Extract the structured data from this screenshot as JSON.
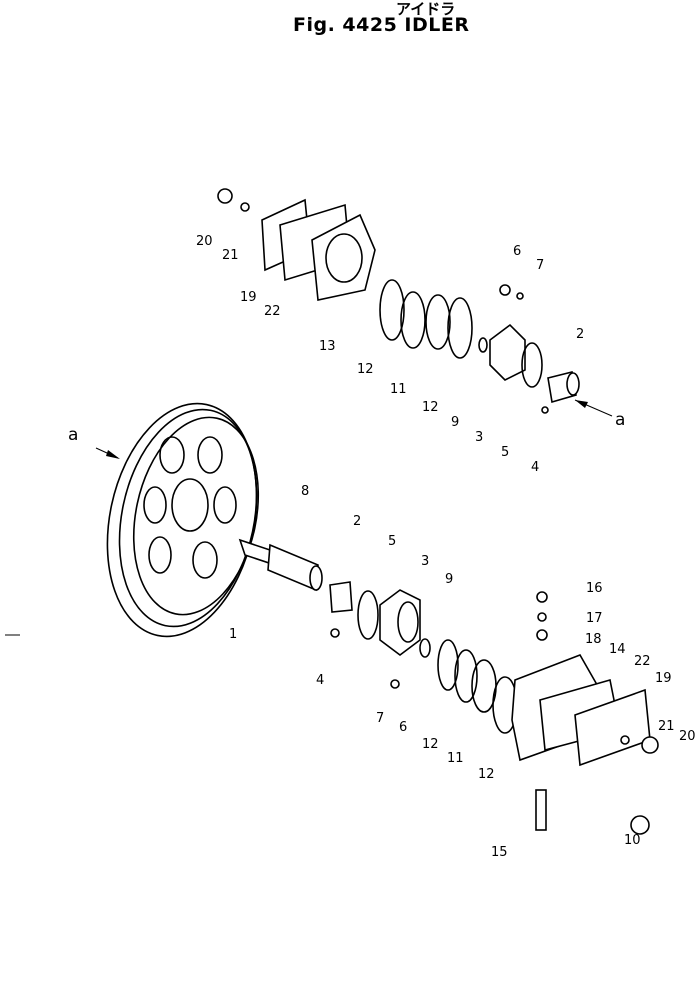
{
  "title_jp": "アイドラ",
  "title": "Fig. 4425 IDLER",
  "labels": [
    "20",
    "21",
    "19",
    "22",
    "13",
    "12",
    "11",
    "12",
    "9",
    "3",
    "5",
    "4",
    "6",
    "7",
    "2",
    "a",
    "a",
    "8",
    "2",
    "5",
    "3",
    "9",
    "1",
    "4",
    "7",
    "6",
    "12",
    "11",
    "12",
    "16",
    "17",
    "18",
    "14",
    "22",
    "19",
    "21",
    "20",
    "15",
    "10"
  ]
}
